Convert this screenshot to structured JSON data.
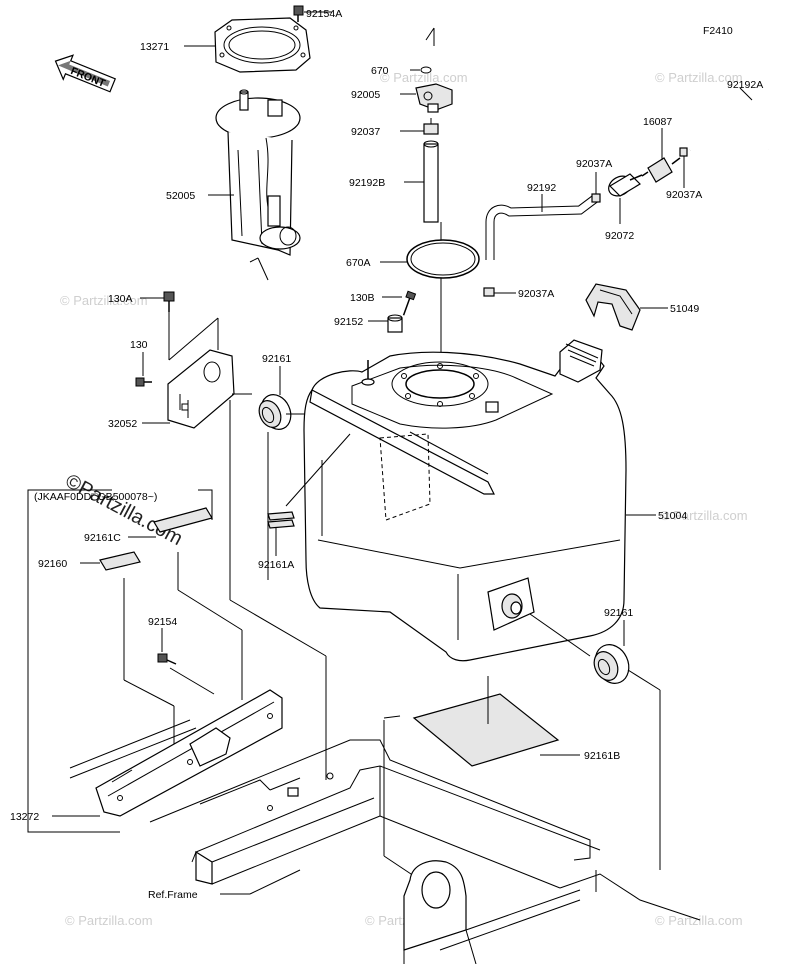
{
  "figure_code": "F2410",
  "front_label": "FRONT",
  "variant_note": "(JKAAF0DD□GB500078~)",
  "watermarks": {
    "small": "© Partzilla.com",
    "big": "©Partzilla.com"
  },
  "parts": [
    {
      "id": "p92154A_top",
      "label": "92154A"
    },
    {
      "id": "p13271",
      "label": "13271"
    },
    {
      "id": "p52005",
      "label": "52005"
    },
    {
      "id": "p130A",
      "label": "130A"
    },
    {
      "id": "p130",
      "label": "130"
    },
    {
      "id": "p32052",
      "label": "32052"
    },
    {
      "id": "p92161_left",
      "label": "92161"
    },
    {
      "id": "p670",
      "label": "670"
    },
    {
      "id": "p92005",
      "label": "92005"
    },
    {
      "id": "p92037",
      "label": "92037"
    },
    {
      "id": "p92192B",
      "label": "92192B"
    },
    {
      "id": "p670A",
      "label": "670A"
    },
    {
      "id": "p130B",
      "label": "130B"
    },
    {
      "id": "p92152",
      "label": "92152"
    },
    {
      "id": "p92161A",
      "label": "92161A"
    },
    {
      "id": "p92192A",
      "label": "92192A"
    },
    {
      "id": "p16087",
      "label": "16087"
    },
    {
      "id": "p92037A_1",
      "label": "92037A"
    },
    {
      "id": "p92037A_2",
      "label": "92037A"
    },
    {
      "id": "p92192",
      "label": "92192"
    },
    {
      "id": "p92072",
      "label": "92072"
    },
    {
      "id": "p92037A_3",
      "label": "92037A"
    },
    {
      "id": "p51049",
      "label": "51049"
    },
    {
      "id": "p51004",
      "label": "51004"
    },
    {
      "id": "p92161_right",
      "label": "92161"
    },
    {
      "id": "p92161B",
      "label": "92161B"
    },
    {
      "id": "p92161C",
      "label": "92161C"
    },
    {
      "id": "p92160",
      "label": "92160"
    },
    {
      "id": "p92154",
      "label": "92154"
    },
    {
      "id": "p13272",
      "label": "13272"
    },
    {
      "id": "pRefFrame",
      "label": "Ref.Frame"
    }
  ]
}
